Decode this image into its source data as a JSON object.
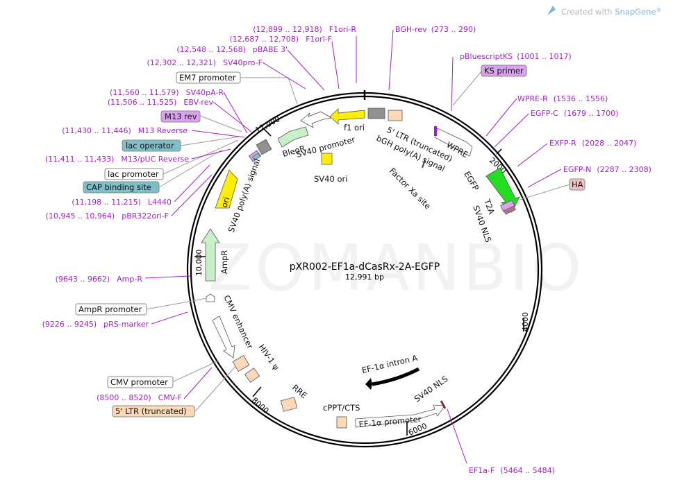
{
  "plasmid": {
    "name": "pXR002-EF1a-dCasRx-2A-EGFP",
    "size_label": "12,991 bp",
    "watermark": "ZOMANBIO",
    "credit_prefix": "Created with ",
    "credit_brand": "SnapGene",
    "credit_mark": "®"
  },
  "ticks": [
    {
      "label": "2000"
    },
    {
      "label": "4000"
    },
    {
      "label": "6000"
    },
    {
      "label": "8000"
    },
    {
      "label": "10,000"
    },
    {
      "label": "12,000"
    }
  ],
  "primers": [
    {
      "name": "pBluescriptKS",
      "range": "(1001 .. 1017)"
    },
    {
      "name": "BGH-rev",
      "range": "(273 .. 290)"
    },
    {
      "name": "F1ori-R",
      "range": "(12,899 .. 12,918)"
    },
    {
      "name": "F1ori-F",
      "range": "(12,687 .. 12,708)"
    },
    {
      "name": "pBABE 3'",
      "range": "(12,548 .. 12,568)"
    },
    {
      "name": "SV40pro-F",
      "range": "(12,302 .. 12,321)"
    },
    {
      "name": "SV40pA-R",
      "range": "(11,560 .. 11,579)"
    },
    {
      "name": "EBV-rev",
      "range": "(11,506 .. 11,525)"
    },
    {
      "name": "M13 Reverse",
      "range": "(11,430 .. 11,446)"
    },
    {
      "name": "M13/pUC Reverse",
      "range": "(11,411 .. 11,433)"
    },
    {
      "name": "L4440",
      "range": "(11,198 .. 11,215)"
    },
    {
      "name": "pBR322ori-F",
      "range": "(10,945 .. 10,964)"
    },
    {
      "name": "Amp-R",
      "range": "(9643 .. 9662)"
    },
    {
      "name": "pRS-marker",
      "range": "(9226 .. 9245)"
    },
    {
      "name": "CMV-F",
      "range": "(8500 .. 8520)"
    },
    {
      "name": "WPRE-R",
      "range": "(1536 .. 1556)"
    },
    {
      "name": "EGFP-C",
      "range": "(1679 .. 1700)"
    },
    {
      "name": "EXFP-R",
      "range": "(2028 .. 2047)"
    },
    {
      "name": "EGFP-N",
      "range": "(2287 .. 2308)"
    },
    {
      "name": "EF1a-F",
      "range": "(5464 .. 5484)"
    }
  ],
  "boxed_labels": [
    {
      "text": "EM7 promoter",
      "color": "#ffffff"
    },
    {
      "text": "M13 rev",
      "color": "#d9a3ee"
    },
    {
      "text": "lac operator",
      "color": "#7fbfc8"
    },
    {
      "text": "lac promoter",
      "color": "#ffffff"
    },
    {
      "text": "CAP binding site",
      "color": "#7fbfc8"
    },
    {
      "text": "AmpR promoter",
      "color": "#ffffff"
    },
    {
      "text": "CMV promoter",
      "color": "#ffffff"
    },
    {
      "text": "5' LTR (truncated)",
      "color": "#fbd9b8"
    },
    {
      "text": "KS primer",
      "color": "#d9a3ee"
    },
    {
      "text": "HA",
      "color": "#f0c3c3"
    }
  ],
  "features": [
    {
      "text": "f1 ori"
    },
    {
      "text": "5' LTR (truncated)"
    },
    {
      "text": "bGH poly(A) signal"
    },
    {
      "text": "SV40 promoter"
    },
    {
      "text": "BleoR"
    },
    {
      "text": "SV40 ori"
    },
    {
      "text": "Factor Xa site"
    },
    {
      "text": "WPRE"
    },
    {
      "text": "EGFP"
    },
    {
      "text": "T2A"
    },
    {
      "text": "SV40 NLS"
    },
    {
      "text": "SV40 poly(A) signal"
    },
    {
      "text": "ori"
    },
    {
      "text": "AmpR"
    },
    {
      "text": "CMV enhancer"
    },
    {
      "text": "HIV-1 ψ"
    },
    {
      "text": "RRE"
    },
    {
      "text": "cPPT/CTS"
    },
    {
      "text": "EF-1α intron A"
    },
    {
      "text": "EF-1α promoter"
    },
    {
      "text": "SV40 NLS"
    }
  ],
  "colors": {
    "primer": "#a020c8",
    "leader": "#9a9a9a",
    "yellow": "#ffee00",
    "green": "#22dd22",
    "light_green": "#c8f0c8",
    "gray": "#909090",
    "peach": "#fbd9b8",
    "purple": "#d9a3ee",
    "teal": "#7fbfc8"
  }
}
